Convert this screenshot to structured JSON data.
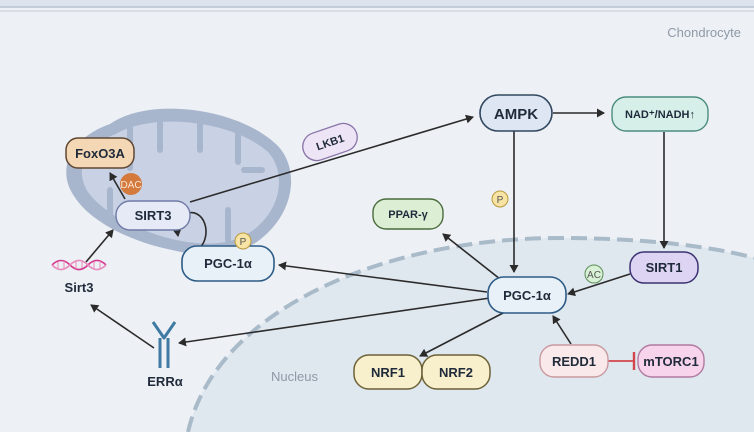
{
  "labels": {
    "cell": "Chondrocyte",
    "nucleus": "Nucleus",
    "ampk": "AMPK",
    "nad": "NAD⁺/NADH↑",
    "lkb1": "LKB1",
    "foxo3a": "FoxO3A",
    "dac": "DAC",
    "sirt3": "SIRT3",
    "pgc1a_mito": "PGC-1α",
    "p": "P",
    "ppar": "PPAR-γ",
    "pgc1a_nuc": "PGC-1α",
    "sirt1": "SIRT1",
    "ac": "AC",
    "sirt3_gene": "Sirt3",
    "erra": "ERRα",
    "nrf1": "NRF1",
    "nrf2": "NRF2",
    "redd1": "REDD1",
    "mtorc1": "mTORC1"
  },
  "colors": {
    "background": "#edf0f5",
    "membrane": "#c9d2de",
    "nucleus_fill": "#dfe7ef",
    "nucleus_border": "#a9bac9",
    "mito_outer": "#a8b6cd",
    "mito_inner": "#c9d2e4",
    "ampk": "#dde6f2",
    "nad": "#d6efe9",
    "lkb1": "#ede4f6",
    "foxo3a": "#f4d7b4",
    "dac": "#d37a3c",
    "sirt3": "#e6eaf6",
    "pgc1a": "#e9f1f8",
    "p_badge": "#f7e3a3",
    "ppar": "#dcefd4",
    "sirt1": "#dcd4f2",
    "ac": "#d8f0d5",
    "dna": "#d53a8e",
    "erra": "#3f7aa3",
    "nrf": "#f8f0cc",
    "redd1": "#fae9ea",
    "mtorc1": "#f7d3ec",
    "inhibit": "#d2464c"
  }
}
